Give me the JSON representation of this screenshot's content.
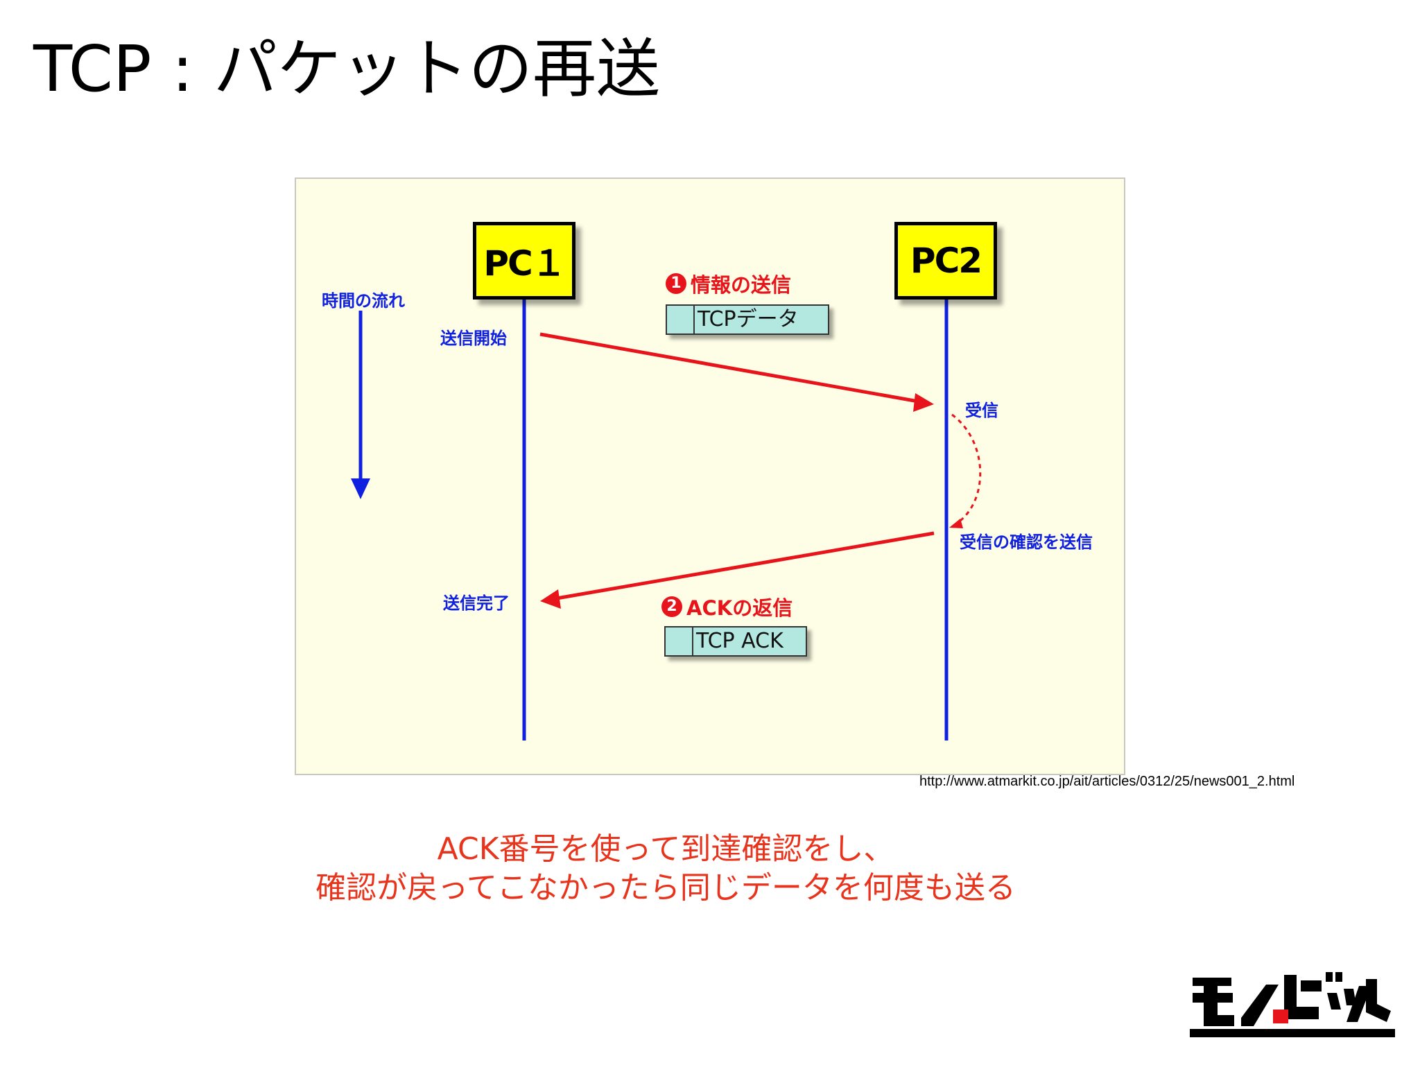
{
  "title": "TCP : パケットの再送",
  "diagram": {
    "pc1_label": "PC１",
    "pc2_label": "PC2",
    "time_label": "時間の流れ",
    "send_start_label": "送信開始",
    "receive_label": "受信",
    "confirm_send_label": "受信の確認を送信",
    "send_complete_label": "送信完了",
    "step1_number": "1",
    "step1_label": "情報の送信",
    "step1_packet": "TCPデータ",
    "step2_number": "2",
    "step2_label": "ACKの返信",
    "step2_packet": "TCP ACK",
    "colors": {
      "lifeline": "#1020e0",
      "arrow": "#e8141c",
      "pc_box": "#ffff00",
      "packet": "#b3e8e0",
      "background": "#fefee6"
    }
  },
  "source_url": "http://www.atmarkit.co.jp/ait/articles/0312/25/news001_2.html",
  "caption_line1": "ACK番号を使って到達確認をし、",
  "caption_line2": "確認が戻ってこなかったら同じデータを何度も送る",
  "logo_alt": "モノビット"
}
